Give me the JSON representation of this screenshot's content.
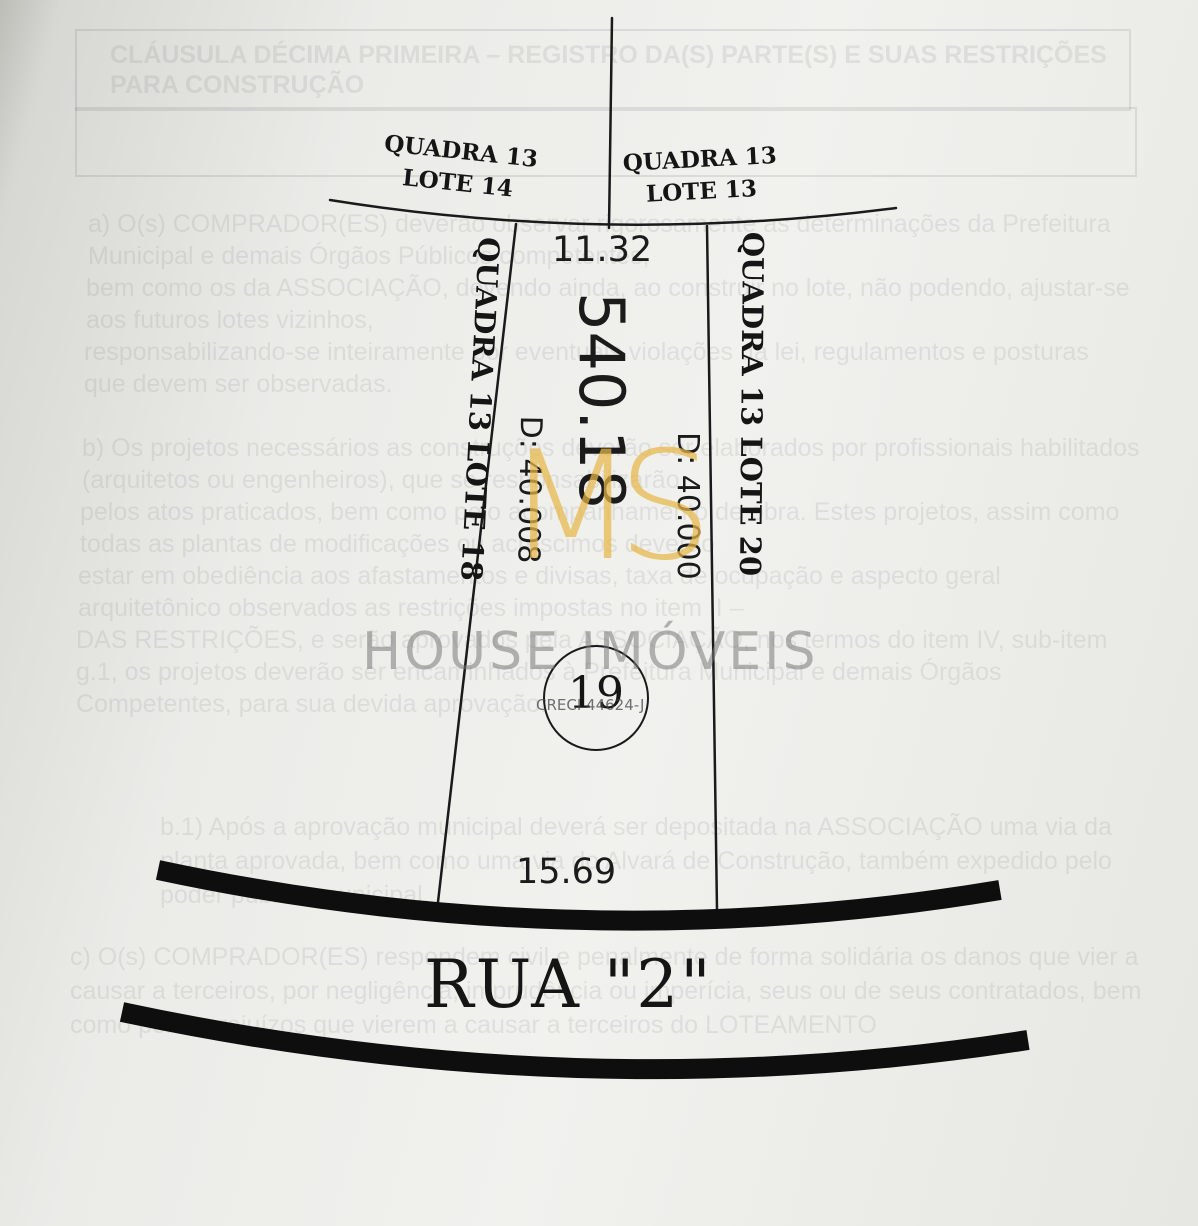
{
  "background_text": {
    "heading": "CLÁUSULA DÉCIMA PRIMEIRA – REGISTRO DA(S) PARTE(S) E SUAS RESTRIÇÕES PARA CONSTRUÇÃO",
    "paragraphs": [
      "a) O(s) COMPRADOR(ES) deverão observar rigorosamente as determinações da Prefeitura Municipal e demais Órgãos Públicos competentes,",
      "bem como os da ASSOCIAÇÃO, devendo ainda, ao construir no lote, não podendo, ajustar-se aos futuros lotes vizinhos,",
      "responsabilizando-se inteiramente por eventuais violações da lei, regulamentos e posturas que devem ser observadas.",
      "b) Os projetos necessários as construções deverão ser elaborados por profissionais habilitados (arquitetos ou engenheiros), que se responsabilizarão",
      "pelos atos praticados, bem como pelo acompanhamento de obra. Estes projetos, assim como todas as plantas de modificações ou acréscimos deverão",
      "estar em obediência aos afastamentos e divisas, taxa de ocupação e aspecto geral arquitetônico observados as restrições impostas no item II –",
      "DAS RESTRIÇÕES, e serão aprovados pela ASSOCIAÇÃO, nos termos do item IV, sub-item g.1, os projetos deverão ser encaminhados à Prefeitura Municipal e demais Órgãos Competentes, para sua devida aprovação.",
      "b.1) Após a aprovação municipal deverá ser depositada na ASSOCIAÇÃO uma via da planta aprovada, bem como uma via do Alvará de Construção, também expedido pelo poder público municipal.",
      "c) O(s) COMPRADOR(ES) respondem civil e penalmente de forma solidária os danos que vier a causar a terceiros, por negligência, imprudência ou imperícia, seus ou de seus contratados, bem como pelos prejuízos que vierem a causar a terceiros do LOTEAMENTO"
    ]
  },
  "plot": {
    "adjacent_top_left": {
      "line1": "QUADRA 13",
      "line2": "LOTE 14"
    },
    "adjacent_top_right": {
      "line1": "QUADRA 13",
      "line2": "LOTE 13"
    },
    "adjacent_left": "QUADRA 13 LOTE 18",
    "adjacent_right": "QUADRA 13 LOTE 20",
    "front_dimension": "11.32",
    "area": "540.18",
    "left_side_dimension": "D: 40.008",
    "right_side_dimension": "D: 40.000",
    "back_dimension": "15.69",
    "lot_number": "19",
    "street_name": "RUA \"2\""
  },
  "watermark": {
    "monogram": "MS",
    "brand": "HOUSE IMÓVEIS",
    "creci": "CRECI 44624-J",
    "color": "#e8b84a"
  }
}
